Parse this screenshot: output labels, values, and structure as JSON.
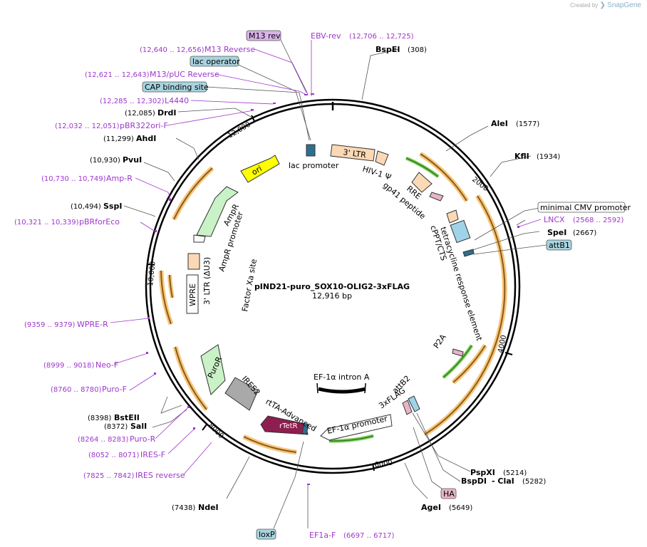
{
  "credit": {
    "created_by": "Created by",
    "brand": "SnapGene"
  },
  "plasmid": {
    "name": "pIND21-puro_SOX10-OLIG2-3xFLAG",
    "size": "12,916 bp"
  },
  "ticks": [
    "2000",
    "4000",
    "6000",
    "8000",
    "10,000",
    "12,000"
  ],
  "sites_right": [
    {
      "name": "BspEI",
      "pos": "(308)"
    },
    {
      "name": "AleI",
      "pos": "(1577)"
    },
    {
      "name": "KflI",
      "pos": "(1934)"
    },
    {
      "name": "SpeI",
      "pos": "(2667)"
    },
    {
      "name": "PspXI",
      "pos": "(5214)"
    },
    {
      "name": "BspDI",
      "pos": ""
    },
    {
      "name": "- ClaI",
      "pos": "(5282)"
    },
    {
      "name": "AgeI",
      "pos": "(5649)"
    }
  ],
  "sites_left": [
    {
      "name": "DrdI",
      "pos": "(12,085)"
    },
    {
      "name": "AhdI",
      "pos": "(11,299)"
    },
    {
      "name": "PvuI",
      "pos": "(10,930)"
    },
    {
      "name": "SspI",
      "pos": "(10,494)"
    },
    {
      "name": "BstEII",
      "pos": "(8398)"
    },
    {
      "name": "SalI",
      "pos": "(8372)"
    },
    {
      "name": "NdeI",
      "pos": "(7438)"
    }
  ],
  "primers": [
    {
      "name": "EBV-rev",
      "pos": "(12,706 .. 12,725)"
    },
    {
      "name": "M13 Reverse",
      "pos": "(12,640 .. 12,656)"
    },
    {
      "name": "M13/pUC Reverse",
      "pos": "(12,621 .. 12,643)"
    },
    {
      "name": "L4440",
      "pos": "(12,285 .. 12,302)"
    },
    {
      "name": "pBR322ori-F",
      "pos": "(12,032 .. 12,051)"
    },
    {
      "name": "Amp-R",
      "pos": "(10,730 .. 10,749)"
    },
    {
      "name": "pBRforEco",
      "pos": "(10,321 .. 10,339)"
    },
    {
      "name": "WPRE-R",
      "pos": "(9359 .. 9379)"
    },
    {
      "name": "Neo-F",
      "pos": "(8999 .. 9018)"
    },
    {
      "name": "Puro-F",
      "pos": "(8760 .. 8780)"
    },
    {
      "name": "Puro-R",
      "pos": "(8264 .. 8283)"
    },
    {
      "name": "IRES-F",
      "pos": "(8052 .. 8071)"
    },
    {
      "name": "IRES reverse",
      "pos": "(7825 .. 7842)"
    },
    {
      "name": "LNCX",
      "pos": "(2568 .. 2592)"
    },
    {
      "name": "EF1a-F",
      "pos": "(6697 .. 6717)"
    }
  ],
  "boxed": {
    "m13rev": "M13 rev",
    "lac_operator": "lac operator",
    "cap_site": "CAP binding site",
    "min_cmv": "minimal CMV promoter",
    "attb1": "attB1",
    "ha": "HA",
    "loxp": "loxP"
  },
  "features": {
    "lac_promoter": "lac promoter",
    "ltr3_top": "3' LTR",
    "hiv_psi": "HIV-1 Ψ",
    "rre": "RRE",
    "gp41": "gp41 peptide",
    "cppt": "cPPT/CTS",
    "tre": "tetracycline response element",
    "p2a": "P2A",
    "attb2": "attB2",
    "flag": "3xFLAG",
    "ef1a_intron": "EF-1α intron A",
    "ef1a_promoter": "EF-1α promoter",
    "rtta": "rtTA-Advanced",
    "rtetr": "rTetR",
    "ires2": "IRES2",
    "puror": "PuroR",
    "factor_xa": "Factor Xa site",
    "ltr3_du3": "3' LTR (ΔU3)",
    "wpre": "WPRE",
    "ampr": "AmpR",
    "ampr_promoter": "AmpR promoter",
    "ori": "ori"
  }
}
